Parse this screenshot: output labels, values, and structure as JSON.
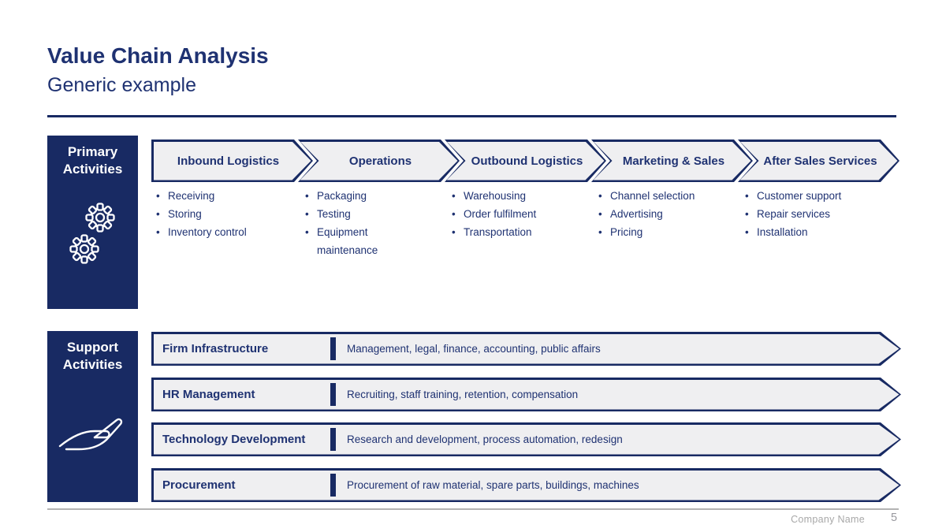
{
  "slide": {
    "title": "Value Chain Analysis",
    "subtitle": "Generic example",
    "footer": {
      "company": "Company Name",
      "page": "5"
    }
  },
  "colors": {
    "navy": "#182a63",
    "navy_text": "#1f3272",
    "stage_fill": "#efeff1",
    "footer_gray": "#a8a8a8"
  },
  "primary": {
    "sidebar_label": "Primary Activities",
    "icon": "gears-icon",
    "columns": [
      {
        "header": "Inbound Logistics",
        "items": [
          "Receiving",
          "Storing",
          "Inventory control"
        ]
      },
      {
        "header": "Operations",
        "items": [
          "Packaging",
          "Testing",
          "Equipment maintenance"
        ]
      },
      {
        "header": "Outbound Logistics",
        "items": [
          "Warehousing",
          "Order fulfilment",
          "Transportation"
        ]
      },
      {
        "header": "Marketing & Sales",
        "items": [
          "Channel selection",
          "Advertising",
          "Pricing"
        ]
      },
      {
        "header": "After Sales Services",
        "items": [
          "Customer support",
          "Repair services",
          "Installation"
        ]
      }
    ]
  },
  "support": {
    "sidebar_label": "Support Activities",
    "icon": "open-hand-icon",
    "rows": [
      {
        "label": "Firm Infrastructure",
        "description": "Management, legal, finance, accounting, public affairs"
      },
      {
        "label": "HR Management",
        "description": "Recruiting, staff training, retention, compensation"
      },
      {
        "label": "Technology Development",
        "description": "Research and development, process automation, redesign"
      },
      {
        "label": "Procurement",
        "description": "Procurement of raw material, spare parts, buildings, machines"
      }
    ]
  }
}
